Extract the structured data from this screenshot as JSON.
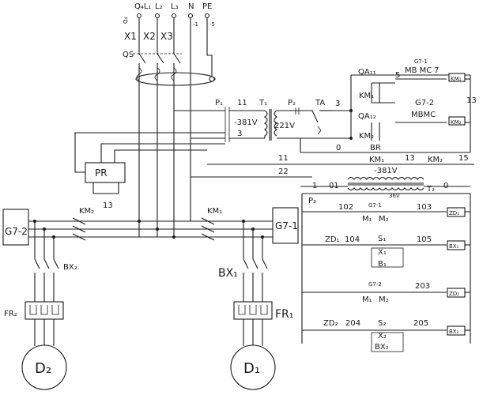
{
  "terminals": {
    "qs": "Q₄L₁",
    "l2": "L₂",
    "l3": "L₃",
    "n": "N",
    "pe": "PE",
    "qn": "Q₄",
    "n_minus": "-1",
    "pe_minus": "-5"
  },
  "terminal_blocks": {
    "x1": "X1",
    "x2": "X2",
    "x3": "X3"
  },
  "switch_main": "QS",
  "relay_pr": "PR",
  "pr_wire": "13",
  "motor_branch_left": {
    "contactor": "KM₂",
    "cabinet": "G7-2",
    "fuse": "BX₂",
    "relay": "FR₂",
    "motor": "D₂"
  },
  "motor_branch_right": {
    "contactor": "KM₁",
    "cabinet": "G7-1",
    "fuse": "BX₁",
    "relay": "FR₁",
    "motor": "D₁"
  },
  "control": {
    "p1": "P₁",
    "w11": "11",
    "v381": "-381V",
    "w3": "3",
    "t1": "T₁",
    "v221": "221V",
    "p2": "P₂",
    "ta": "TA",
    "ta_3": "3",
    "qa_top": "QA₁₁",
    "qa_bot": "QA₁₂",
    "km1_hold": "KM₁",
    "km2_hold": "KM₂",
    "w5": "5",
    "g71": "G7-1",
    "mbmc1": "MB MC",
    "w7": "7",
    "coil1": "KM₁",
    "g72": "G7-2",
    "mbmc2": "MBMC",
    "w13_right": "13",
    "coil2": "KM₂",
    "w0": "0",
    "br": "BR"
  },
  "interlock": {
    "w11": "11",
    "km1": "KM₁",
    "w13": "13",
    "km2": "KM₂",
    "w15": "15",
    "w22": "22"
  },
  "transformer2": {
    "w1": "1",
    "w01": "01",
    "v381": "-381V",
    "v36": "36V",
    "t2": "T₂",
    "w0": "0"
  },
  "signal": {
    "p3": "P₃",
    "r1": {
      "w_in": "102",
      "g": "G7-1",
      "m1": "M₁",
      "m2": "M₂",
      "w_out": "103",
      "lamp": "ZD₁"
    },
    "r2": {
      "zd": "ZD₁",
      "w_in": "104",
      "s": "S₁",
      "x": "X₁",
      "b": "B₁",
      "w_out": "105",
      "lamp": "BX₁"
    },
    "r3": {
      "g": "G7-2",
      "m1": "M₁",
      "m2": "M₂",
      "w_out": "203",
      "lamp": "ZD₂"
    },
    "r4": {
      "zd": "ZD₂",
      "w_in": "204",
      "s": "S₂",
      "x": "X₂",
      "b": "BX₂",
      "w_out": "205",
      "lamp": "BX₂"
    }
  }
}
